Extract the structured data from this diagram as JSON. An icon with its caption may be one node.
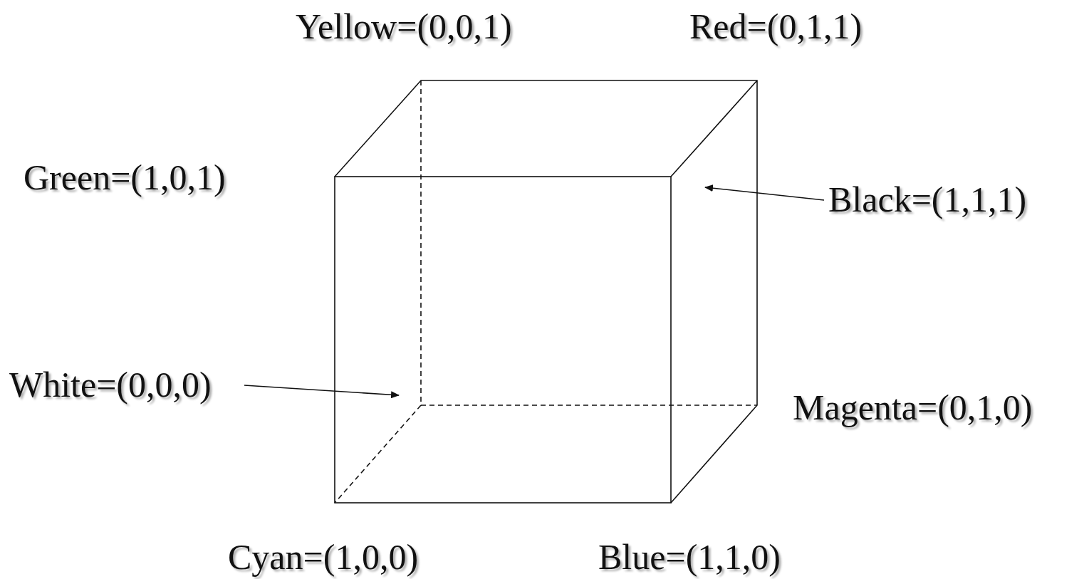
{
  "diagram": {
    "nodes": [
      {
        "text": [
          "Black=(1,1,1)"
        ]
      },
      {
        "text": [
          "White=(0,0,0)"
        ]
      }
    ],
    "edges": [
      {
        "from": 0,
        "to": null,
        "arrow": "to"
      },
      {
        "from": 1,
        "to": null,
        "arrow": "to"
      }
    ],
    "labels": [
      "Yellow=(0,0,1)",
      "Red=(0,1,1)",
      "Green=(1,0,1)",
      "Magenta=(0,1,0)",
      "Cyan=(1,0,0)",
      "Blue=(1,1,0)"
    ]
  }
}
